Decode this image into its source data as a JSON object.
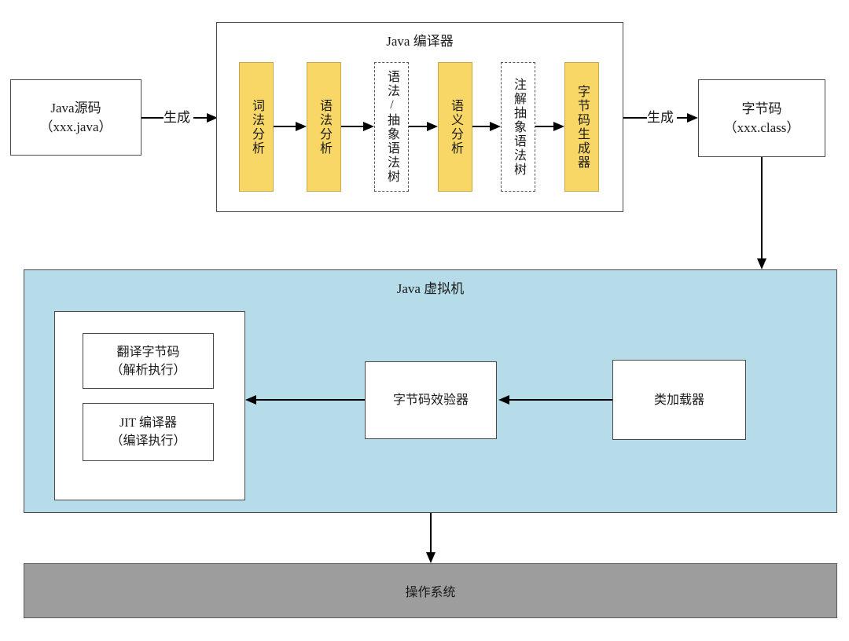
{
  "colors": {
    "yellow_fill": "#F9D767",
    "yellow_border": "#C8A84B",
    "jvm_fill": "#B5DCE8",
    "os_fill": "#9D9D9D",
    "line": "#000000"
  },
  "source_box": {
    "line1": "Java源码",
    "line2": "（xxx.java）"
  },
  "flow": {
    "generate_label_1": "生成",
    "generate_label_2": "生成"
  },
  "compiler": {
    "title": "Java 编译器",
    "stages": [
      {
        "label": "词法分析",
        "style": "solid"
      },
      {
        "label": "语法分析",
        "style": "solid"
      },
      {
        "label": "语法/抽象语法树",
        "style": "dashed"
      },
      {
        "label": "语义分析",
        "style": "solid"
      },
      {
        "label": "注解抽象语法树",
        "style": "dashed"
      },
      {
        "label": "字节码生成器",
        "style": "solid"
      }
    ]
  },
  "bytecode_box": {
    "line1": "字节码",
    "line2": "（xxx.class）"
  },
  "jvm": {
    "title": "Java 虚拟机",
    "interpreter_box": {
      "line1": "翻译字节码",
      "line2": "（解析执行）"
    },
    "jit_box": {
      "line1": "JIT 编译器",
      "line2": "（编译执行）"
    },
    "verifier_label": "字节码效验器",
    "classloader_label": "类加载器"
  },
  "os_label": "操作系统"
}
